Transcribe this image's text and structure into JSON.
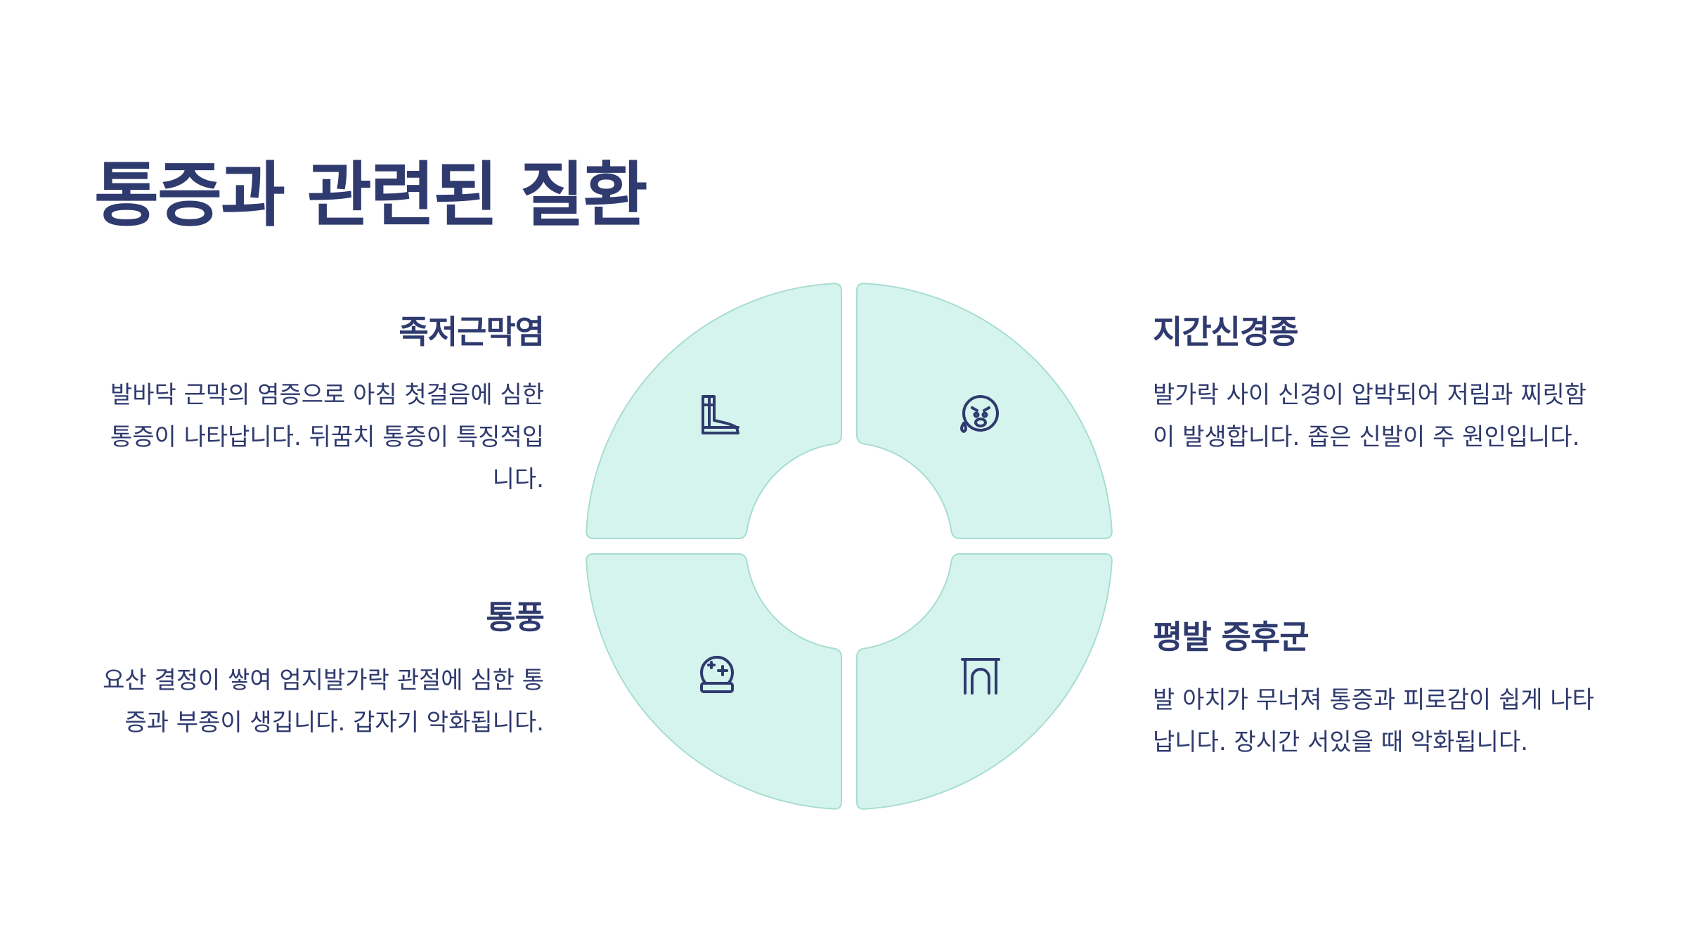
{
  "title": "통증과 관련된 질환",
  "colors": {
    "accent": "#2f3a6e",
    "segment_fill": "#d6f4ee",
    "segment_stroke": "#a8ddd0"
  },
  "items": [
    {
      "name": "족저근막염",
      "desc": "발바닥 근막의 염증으로 아침 첫걸음에 심한 통증이 나타납니다. 뒤꿈치 통증이 특징적입니다.",
      "icon": "boot-icon"
    },
    {
      "name": "지간신경종",
      "desc": "발가락 사이 신경이 압박되어 저림과 찌릿함이 발생합니다. 좁은 신발이 주 원인입니다.",
      "icon": "pain-face-icon"
    },
    {
      "name": "통풍",
      "desc": "요산 결정이 쌓여 엄지발가락 관절에 심한 통증과 부종이 생깁니다. 갑자기 악화됩니다.",
      "icon": "crystal-ball-icon"
    },
    {
      "name": "평발 증후군",
      "desc": "발 아치가 무너져 통증과 피로감이 쉽게 나타납니다. 장시간 서있을 때 악화됩니다.",
      "icon": "arch-icon"
    }
  ]
}
